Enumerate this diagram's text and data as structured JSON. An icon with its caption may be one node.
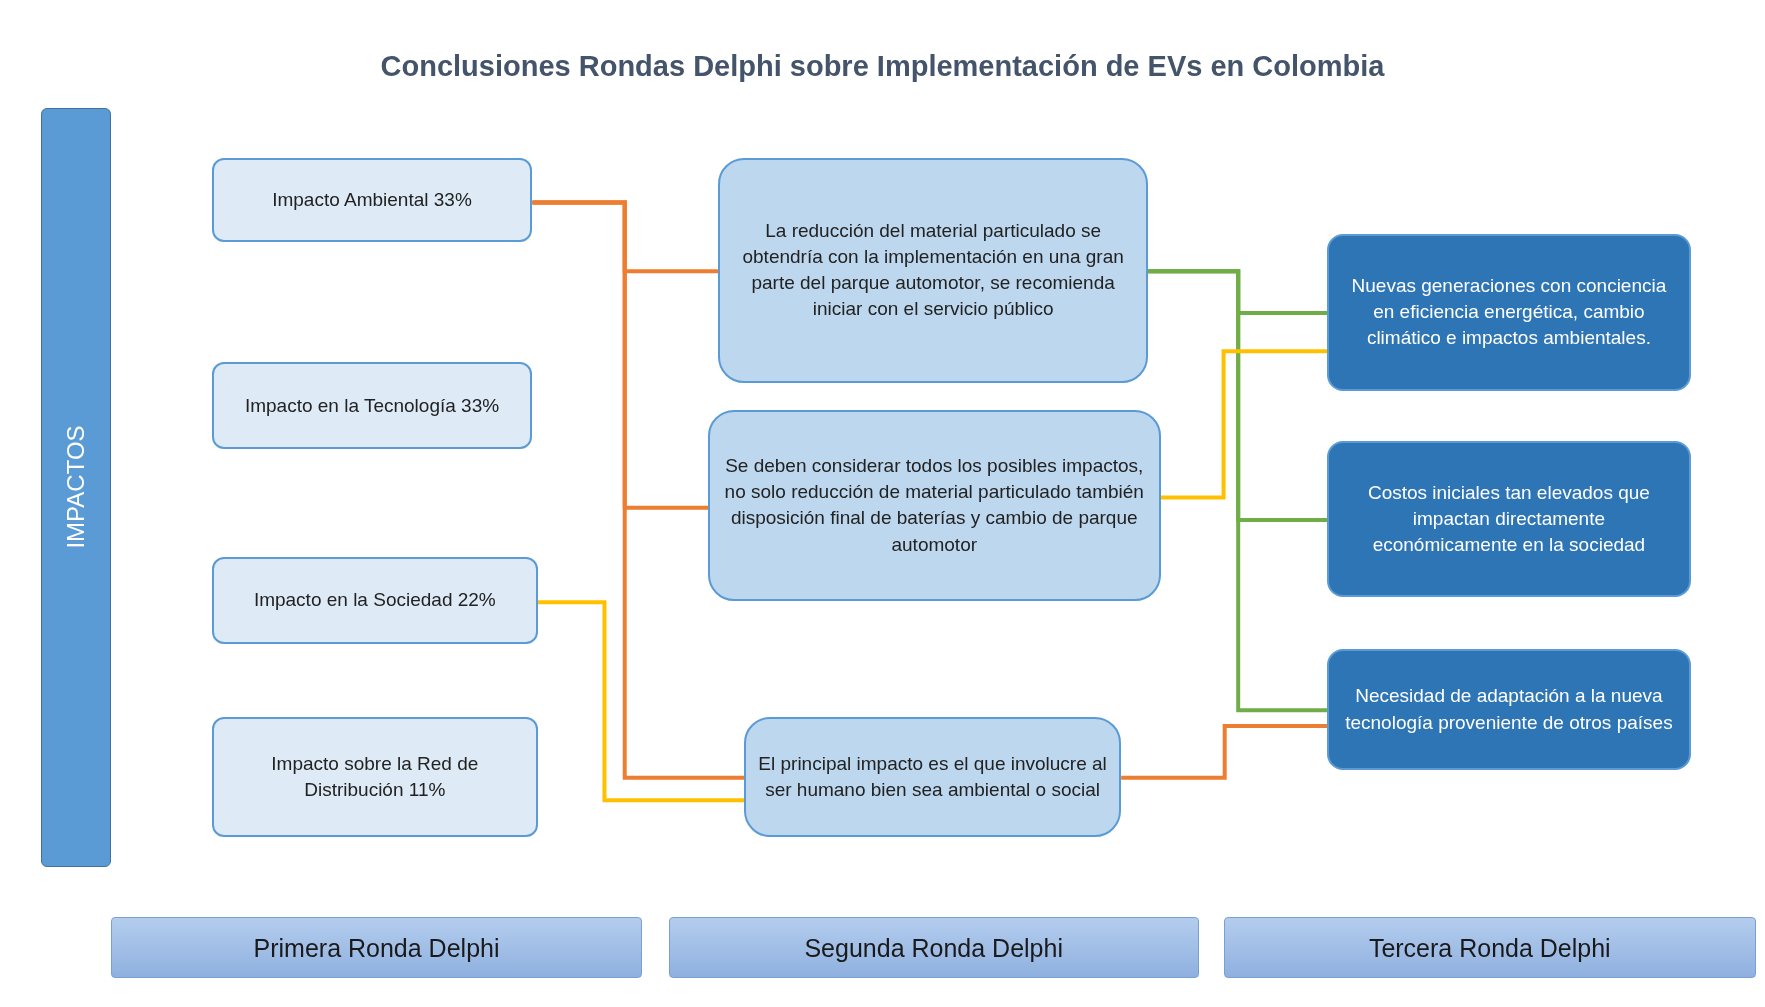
{
  "diagram": {
    "title": "Conclusiones Rondas Delphi sobre Implementación de EVs en Colombia",
    "nodes": [
      {
        "text": [
          "IMPACTOS"
        ]
      },
      {
        "text": [
          "Impacto Ambiental 33%"
        ]
      },
      {
        "text": [
          "Impacto en la Tecnología 33%"
        ]
      },
      {
        "text": [
          "Impacto en la Sociedad 22%"
        ]
      },
      {
        "text": [
          "Impacto sobre la Red de Distribución 11%"
        ]
      },
      {
        "text": [
          "La reducción del material particulado se obtendría con la implementación en una gran parte del parque automotor, se recomienda iniciar con el servicio público"
        ]
      },
      {
        "text": [
          "Se deben considerar todos los posibles impactos, no solo reducción de material particulado también disposición final de baterías y cambio de parque automotor"
        ]
      },
      {
        "text": [
          "El principal impacto es el que involucre al ser humano bien sea ambiental o social"
        ]
      },
      {
        "text": [
          "Nuevas generaciones con conciencia en eficiencia energética, cambio climático e impactos ambientales."
        ]
      },
      {
        "text": [
          "Costos iniciales tan elevados que impactan directamente económicamente en la sociedad"
        ]
      },
      {
        "text": [
          "Necesidad de adaptación a la nueva tecnología proveniente de otros países"
        ]
      },
      {
        "text": [
          "Primera Ronda Delphi"
        ]
      },
      {
        "text": [
          "Segunda Ronda Delphi"
        ]
      },
      {
        "text": [
          "Tercera Ronda Delphi"
        ]
      }
    ],
    "edges": [
      {
        "from": 1,
        "to": 5,
        "arrow": "none",
        "color": "#ed7d31"
      },
      {
        "from": 1,
        "to": 6,
        "arrow": "none",
        "color": "#ed7d31"
      },
      {
        "from": 1,
        "to": 7,
        "arrow": "none",
        "color": "#ed7d31"
      },
      {
        "from": 3,
        "to": 7,
        "arrow": "none",
        "color": "#ffc000"
      },
      {
        "from": 5,
        "to": 8,
        "arrow": "none",
        "color": "#70ad47"
      },
      {
        "from": 5,
        "to": 9,
        "arrow": "none",
        "color": "#70ad47"
      },
      {
        "from": 5,
        "to": 10,
        "arrow": "none",
        "color": "#70ad47"
      },
      {
        "from": 6,
        "to": 8,
        "arrow": "none",
        "color": "#ffc000"
      },
      {
        "from": 7,
        "to": 10,
        "arrow": "none",
        "color": "#ed7d31"
      }
    ]
  }
}
